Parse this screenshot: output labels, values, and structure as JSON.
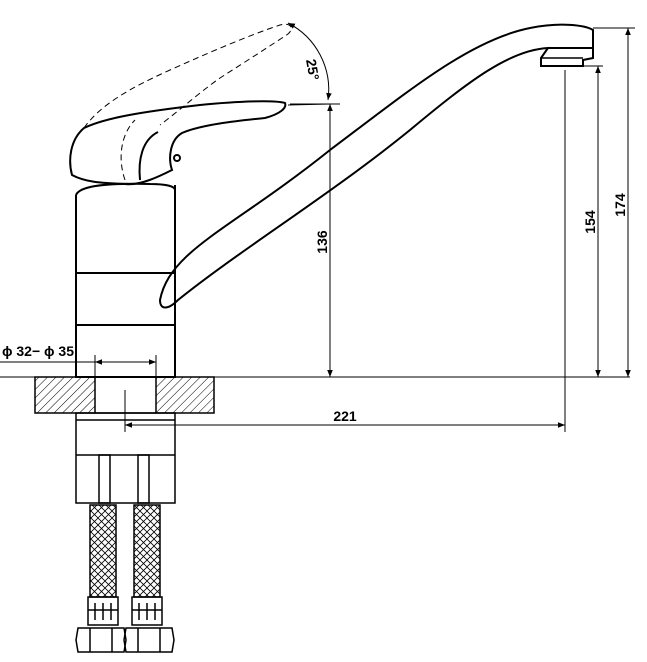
{
  "drawing": {
    "subject": "single-lever faucet technical drawing",
    "line_color": "#000000",
    "background": "#ffffff"
  },
  "dimensions": {
    "lever_angle": "25°",
    "body_height": "136",
    "spout_outlet_height": "154",
    "total_height": "174",
    "spout_reach": "221",
    "mount_hole_diameter": "ϕ 32− ϕ 35"
  }
}
